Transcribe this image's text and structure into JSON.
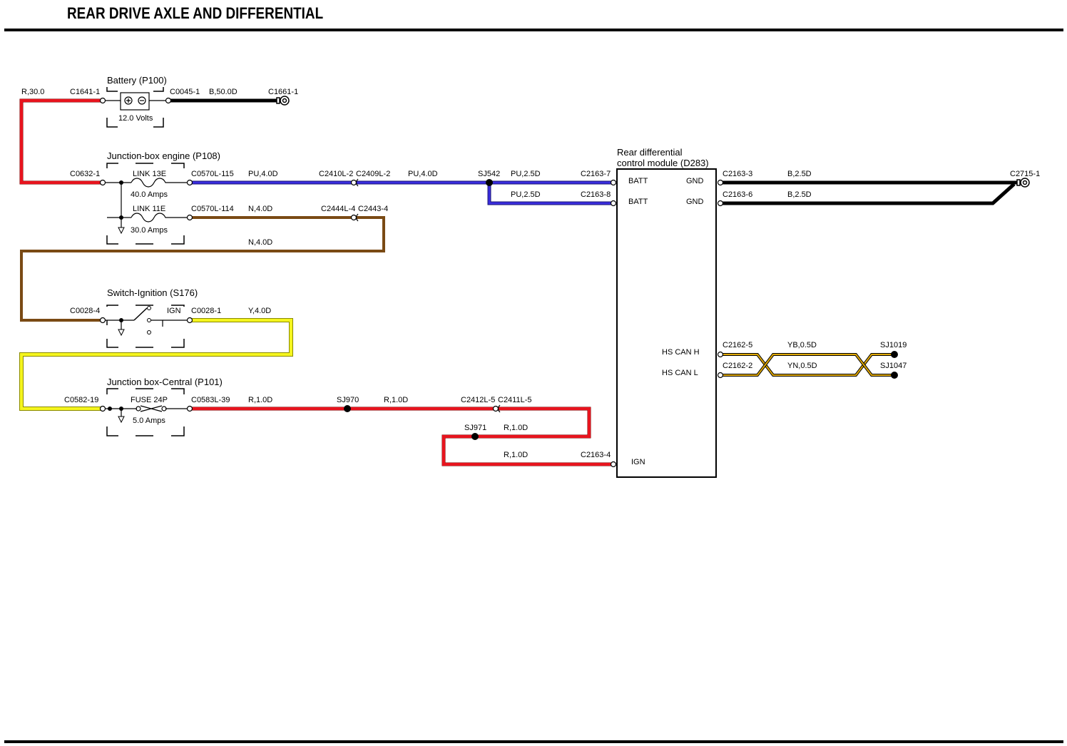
{
  "title": "REAR DRIVE AXLE AND DIFFERENTIAL",
  "colors": {
    "red": "#e8141e",
    "black": "#000000",
    "purple": "#3a2de0",
    "brown": "#7a4a14",
    "yellow": "#f5f51e",
    "can_yellow": "#e0a800"
  },
  "components": {
    "battery": {
      "name": "Battery (P100)",
      "rating": "12.0 Volts"
    },
    "jb_engine": {
      "name": "Junction-box engine (P108)",
      "link1": "LINK 13E",
      "link1_rating": "40.0 Amps",
      "link2": "LINK 11E",
      "link2_rating": "30.0 Amps"
    },
    "switch": {
      "name": "Switch-Ignition (S176)",
      "pin": "IGN"
    },
    "jb_central": {
      "name": "Junction box-Central (P101)",
      "fuse": "FUSE 24P",
      "fuse_rating": "5.0 Amps"
    },
    "module": {
      "name_line1": "Rear differential",
      "name_line2": "control module (D283)",
      "pins": {
        "batt1": "BATT",
        "batt2": "BATT",
        "gnd1": "GND",
        "gnd2": "GND",
        "can_h": "HS CAN H",
        "can_l": "HS CAN L",
        "ign": "IGN"
      }
    }
  },
  "labels": {
    "r30": "R,30.0",
    "c1641_1": "C1641-1",
    "c0045_1": "C0045-1",
    "b50": "B,50.0D",
    "c1661_1": "C1661-1",
    "c0632_1": "C0632-1",
    "c0570l_115": "C0570L-115",
    "pu4a": "PU,4.0D",
    "c2410l_2": "C2410L-2",
    "c2409l_2": "C2409L-2",
    "pu4b": "PU,4.0D",
    "sj542": "SJ542",
    "pu25a": "PU,2.5D",
    "c2163_7": "C2163-7",
    "pu25b": "PU,2.5D",
    "c2163_8": "C2163-8",
    "c0570l_114": "C0570L-114",
    "n4a": "N,4.0D",
    "c2444l_4": "C2444L-4",
    "c2443_4": "C2443-4",
    "n4b": "N,4.0D",
    "c0028_4": "C0028-4",
    "c0028_1": "C0028-1",
    "y4": "Y,4.0D",
    "c0582_19": "C0582-19",
    "c0583l_39": "C0583L-39",
    "r1a": "R,1.0D",
    "sj970": "SJ970",
    "r1b": "R,1.0D",
    "c2412l_5": "C2412L-5",
    "c2411l_5": "C2411L-5",
    "sj971": "SJ971",
    "r1c": "R,1.0D",
    "r1d": "R,1.0D",
    "c2163_4": "C2163-4",
    "c2163_3": "C2163-3",
    "b25a": "B,2.5D",
    "c2715_1": "C2715-1",
    "c2163_6": "C2163-6",
    "b25b": "B,2.5D",
    "c2162_5": "C2162-5",
    "yb05": "YB,0.5D",
    "sj1019": "SJ1019",
    "c2162_2": "C2162-2",
    "yn05": "YN,0.5D",
    "sj1047": "SJ1047"
  }
}
